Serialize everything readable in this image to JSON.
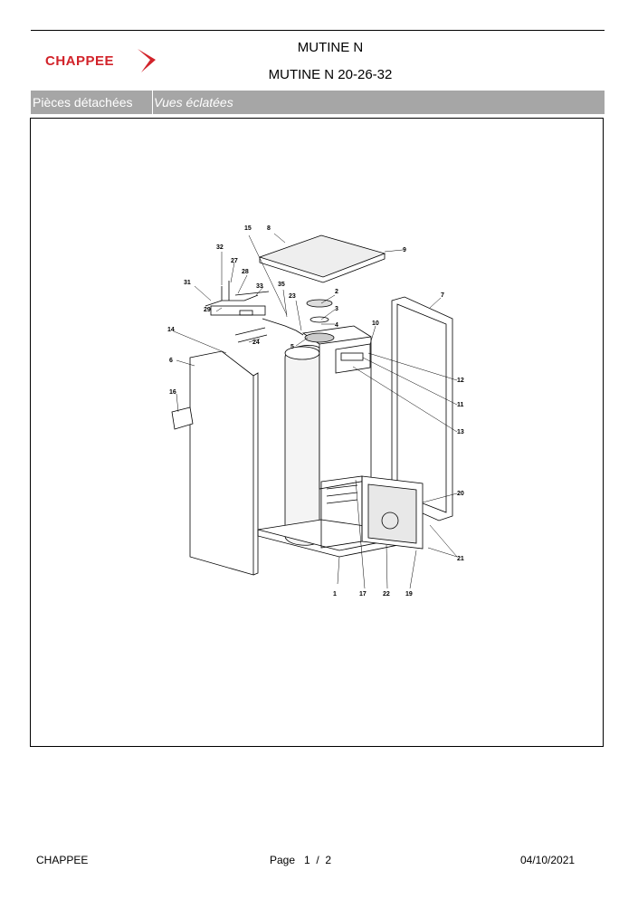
{
  "header": {
    "brand": "CHAPPEE",
    "title": "MUTINE N",
    "subtitle": "MUTINE N 20-26-32"
  },
  "band": {
    "left": "Pièces détachées",
    "right": "Vues éclatées"
  },
  "diagram": {
    "callouts": [
      "15",
      "8",
      "9",
      "32",
      "27",
      "28",
      "31",
      "35",
      "33",
      "2",
      "7",
      "23",
      "29",
      "3",
      "4",
      "10",
      "24",
      "5",
      "14",
      "6",
      "12",
      "11",
      "16",
      "13",
      "20",
      "21",
      "1",
      "17",
      "22",
      "19"
    ]
  },
  "footer": {
    "company": "CHAPPEE",
    "page_label": "Page",
    "page_number": "1",
    "page_sep": "/",
    "page_total": "2",
    "date": "04/10/2021"
  },
  "colors": {
    "brand_red": "#d2232a",
    "band_gray": "#a6a6a6"
  }
}
